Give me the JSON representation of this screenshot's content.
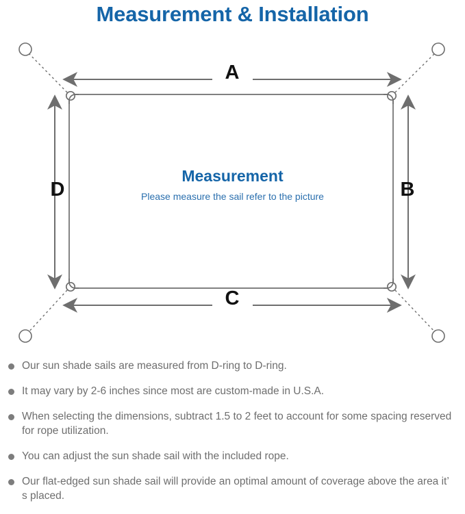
{
  "page": {
    "title": "Measurement & Installation",
    "background_color": "#ffffff",
    "title_color": "#1565a8",
    "line_color": "#6e6e6e",
    "text_color": "#6e6e6e"
  },
  "diagram": {
    "name": "sun-shade-sail-measurement-diagram",
    "center_heading": "Measurement",
    "center_subtext": "Please measure the sail refer to the picture",
    "dimension_labels": {
      "top": "A",
      "right": "B",
      "bottom": "C",
      "left": "D"
    },
    "sail": {
      "shape": "rectangle",
      "corner_style": "rounded",
      "outline_color": "#6e6e6e"
    },
    "anchor_points": [
      {
        "name": "anchor-top-left",
        "position": "top-left"
      },
      {
        "name": "anchor-top-right",
        "position": "top-right"
      },
      {
        "name": "anchor-bottom-left",
        "position": "bottom-left"
      },
      {
        "name": "anchor-bottom-right",
        "position": "bottom-right"
      }
    ],
    "d_rings": [
      {
        "name": "d-ring-top-left",
        "position": "top-left"
      },
      {
        "name": "d-ring-top-right",
        "position": "top-right"
      },
      {
        "name": "d-ring-bottom-left",
        "position": "bottom-left"
      },
      {
        "name": "d-ring-bottom-right",
        "position": "bottom-right"
      }
    ],
    "ropes": [
      {
        "name": "rope-top-left",
        "style": "dashed"
      },
      {
        "name": "rope-top-right",
        "style": "dashed"
      },
      {
        "name": "rope-bottom-left",
        "style": "dashed"
      },
      {
        "name": "rope-bottom-right",
        "style": "dashed"
      }
    ]
  },
  "notes": [
    {
      "text": "Our sun shade sails are measured from D-ring to D-ring."
    },
    {
      "text": "It may vary by 2-6 inches since most are custom-made in U.S.A."
    },
    {
      "text": "When selecting the dimensions, subtract 1.5 to 2 feet to account for some spacing reserved for rope utilization."
    },
    {
      "text": "You can adjust the sun shade sail with the included rope."
    },
    {
      "text": "Our flat-edged sun shade sail will provide an optimal amount of coverage above the area it’ s placed."
    }
  ]
}
